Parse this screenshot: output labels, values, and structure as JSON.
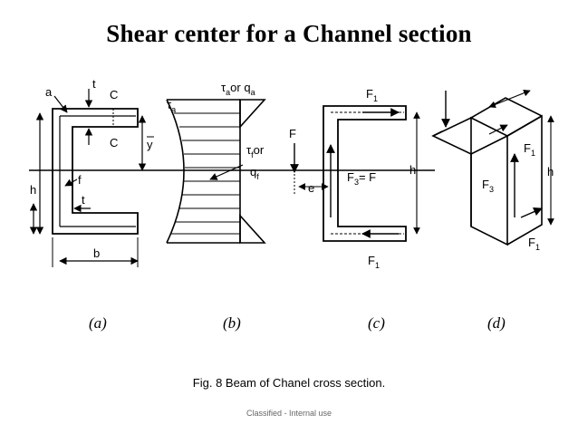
{
  "title": "Shear center for a Channel section",
  "caption": "Fig. 8 Beam of Chanel cross section.",
  "footer": "Classified - Internal use",
  "panels": [
    "(a)",
    "(b)",
    "(c)",
    "(d)"
  ],
  "fig_a": {
    "a": "a",
    "t_top": "t",
    "c_upper": "C",
    "c_lower": "C",
    "y": "y",
    "h": "h",
    "f": "f",
    "t_web": "t",
    "b": "b"
  },
  "fig_b": {
    "tau": "τ",
    "tau_sub": "a",
    "top_or": "or q",
    "top_or_sub": "a",
    "top_tau_sub": "a",
    "mid_or": "or",
    "mid_sub": "f",
    "q": "q",
    "q_sub": "f"
  },
  "fig_c": {
    "F1_top": "F",
    "F1_top_sub": "1",
    "F": "F",
    "e": "e",
    "F3": "F",
    "F3_sub": "3",
    "F3_eq": "= F",
    "h": "h",
    "F1_bot": "F",
    "F1_bot_sub": "1"
  },
  "fig_d": {
    "F1_mid": "F",
    "F1_mid_sub": "1",
    "h": "h",
    "F3": "F",
    "F3_sub": "3",
    "F1_bot": "F",
    "F1_bot_sub": "1"
  }
}
